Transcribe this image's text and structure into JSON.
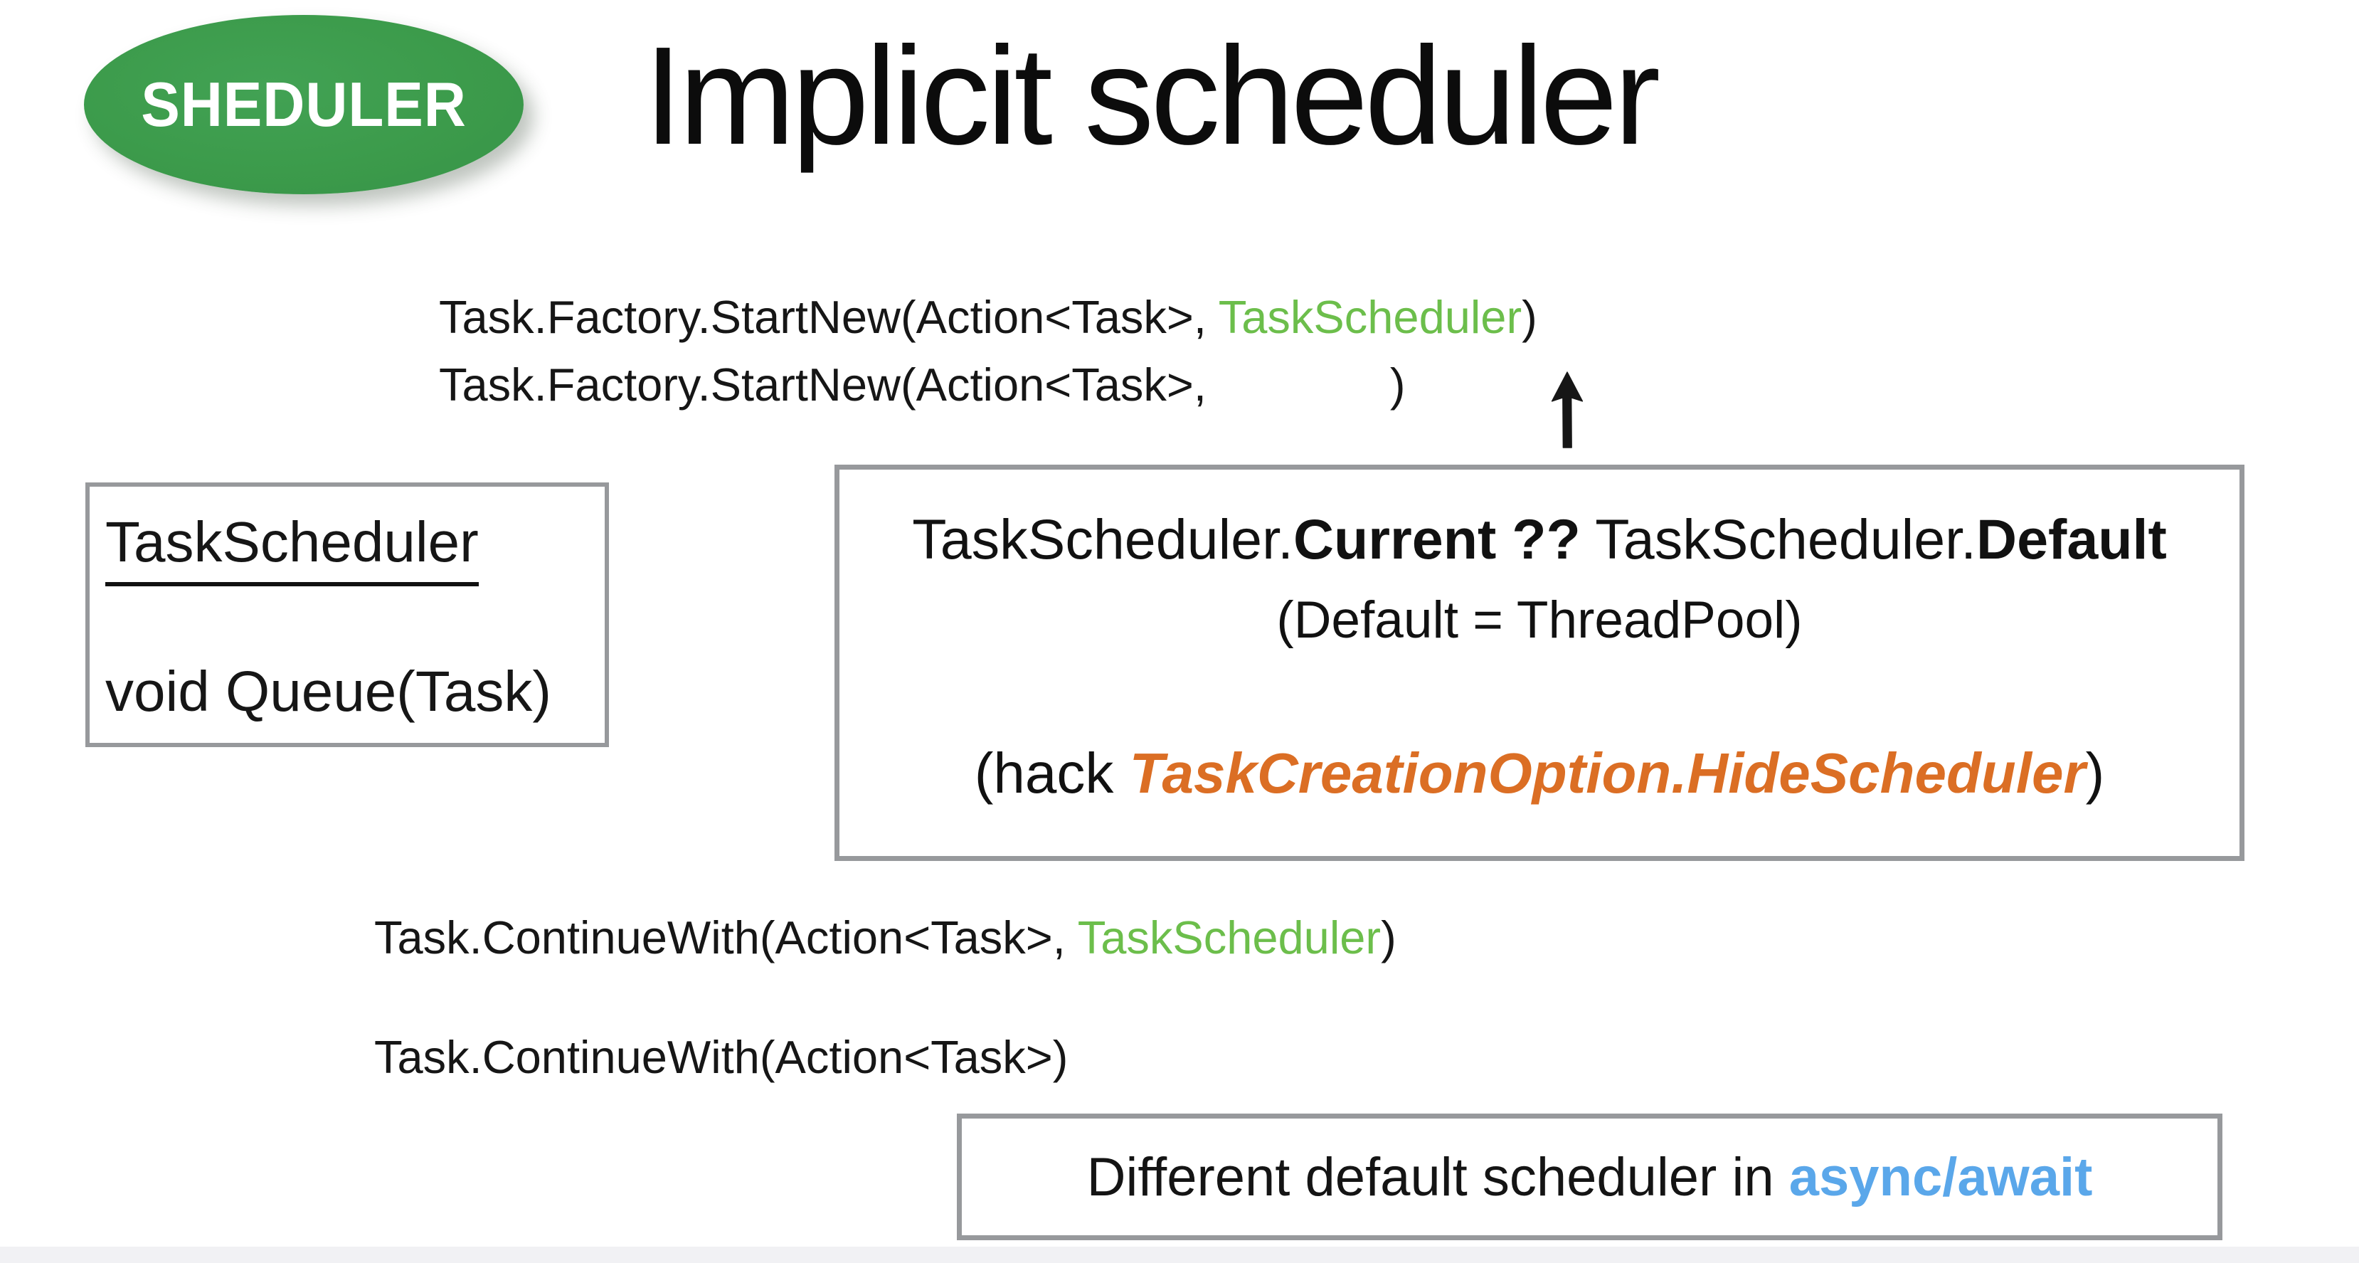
{
  "badge": {
    "label": "SHEDULER",
    "bg_color": "#3C9B4B",
    "text_color": "#FFFFFF"
  },
  "title": "Implicit scheduler",
  "colors": {
    "code_green": "#6CBE4B",
    "hack_orange": "#DB6E24",
    "async_blue": "#5AA7EA",
    "box_border_gray": "#97999C",
    "bottom_strip_gray": "#F1F1F4"
  },
  "code_top": {
    "line1": {
      "prefix": "Task.Factory.StartNew(Action<Task>, ",
      "highlight": "TaskScheduler",
      "suffix": ")"
    },
    "line2": {
      "prefix": "Task.Factory.StartNew(Action<Task>,",
      "suffix": ")"
    }
  },
  "scheduler_box": {
    "title": "TaskScheduler",
    "method": "void Queue(Task)"
  },
  "info_box": {
    "line1": {
      "part1": "TaskScheduler.",
      "bold1": "Current ??",
      "part2": " TaskScheduler.",
      "bold2": "Default"
    },
    "line2": "(Default = ThreadPool)",
    "line3": {
      "prefix": "(hack ",
      "highlight": "TaskCreationOption.HideScheduler",
      "suffix": ")"
    }
  },
  "code_bottom": {
    "line1": {
      "prefix": "Task.ContinueWith(Action<Task>, ",
      "highlight": "TaskScheduler",
      "suffix": ")"
    },
    "line2": "Task.ContinueWith(Action<Task>)"
  },
  "footer_box": {
    "prefix": "Different default scheduler in ",
    "highlight": "async/await"
  }
}
